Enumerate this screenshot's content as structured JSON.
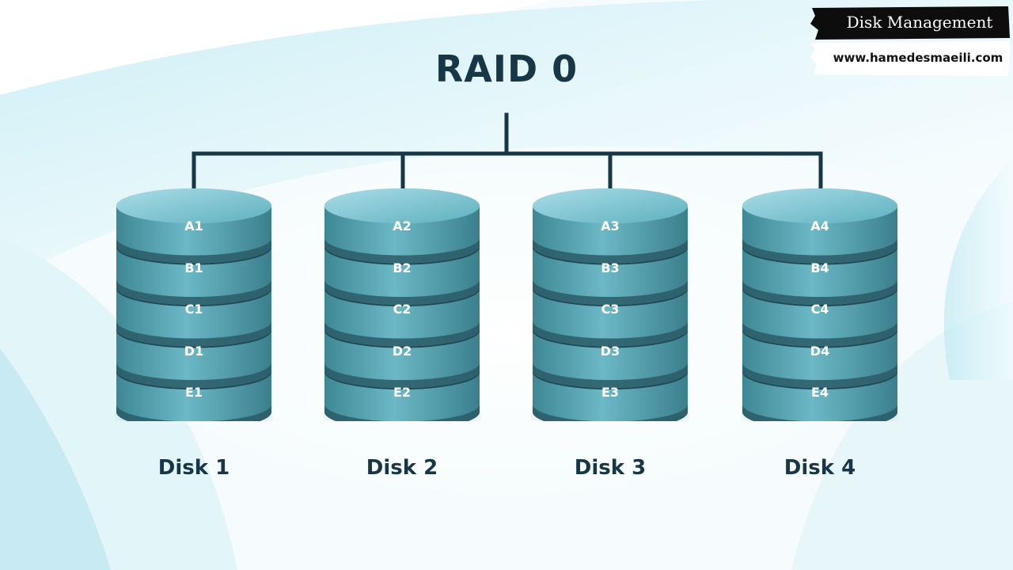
{
  "title": "RAID 0",
  "brand": {
    "title": "Disk Management",
    "url": "www.hamedesmaeili.com"
  },
  "disks": [
    {
      "label": "Disk 1",
      "blocks": [
        "A1",
        "B1",
        "C1",
        "D1",
        "E1"
      ]
    },
    {
      "label": "Disk 2",
      "blocks": [
        "A2",
        "B2",
        "C2",
        "D2",
        "E2"
      ]
    },
    {
      "label": "Disk 3",
      "blocks": [
        "A3",
        "B3",
        "C3",
        "D3",
        "E3"
      ]
    },
    {
      "label": "Disk 4",
      "blocks": [
        "A4",
        "B4",
        "C4",
        "D4",
        "E4"
      ]
    }
  ],
  "colors": {
    "text": "#173747",
    "connector": "#173747",
    "disk_light": "#8fd0dc",
    "disk_mid": "#5aa7b5",
    "disk_dark": "#1f4a55"
  }
}
